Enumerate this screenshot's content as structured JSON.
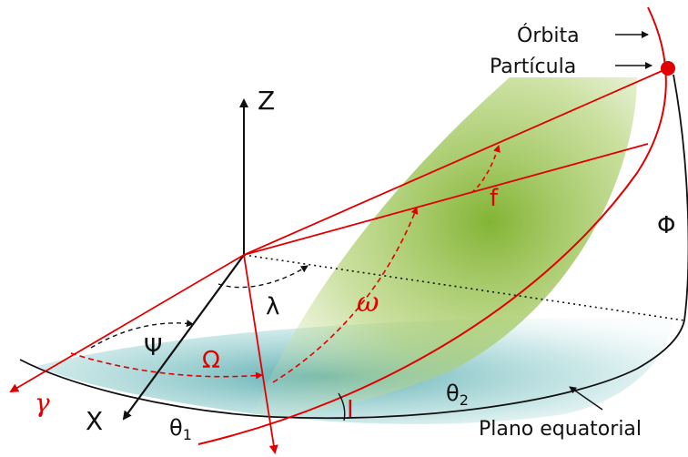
{
  "colors": {
    "red": "#e00000",
    "black": "#111111",
    "green": "#7cb02a",
    "teal": "#4aa3a6"
  },
  "labels": {
    "orbita": "Órbita",
    "particula": "Partícula",
    "plano_equatorial": "Plano equatorial",
    "z_axis": "Z",
    "x_axis": "X",
    "gamma": "γ",
    "psi": "Ψ",
    "lambda": "λ",
    "omega_small": "ω",
    "omega_big": "Ω",
    "f": "f",
    "phi": "Φ",
    "inclination": "I",
    "theta1_base": "θ",
    "theta1_sub": "1",
    "theta2_base": "θ",
    "theta2_sub": "2"
  }
}
